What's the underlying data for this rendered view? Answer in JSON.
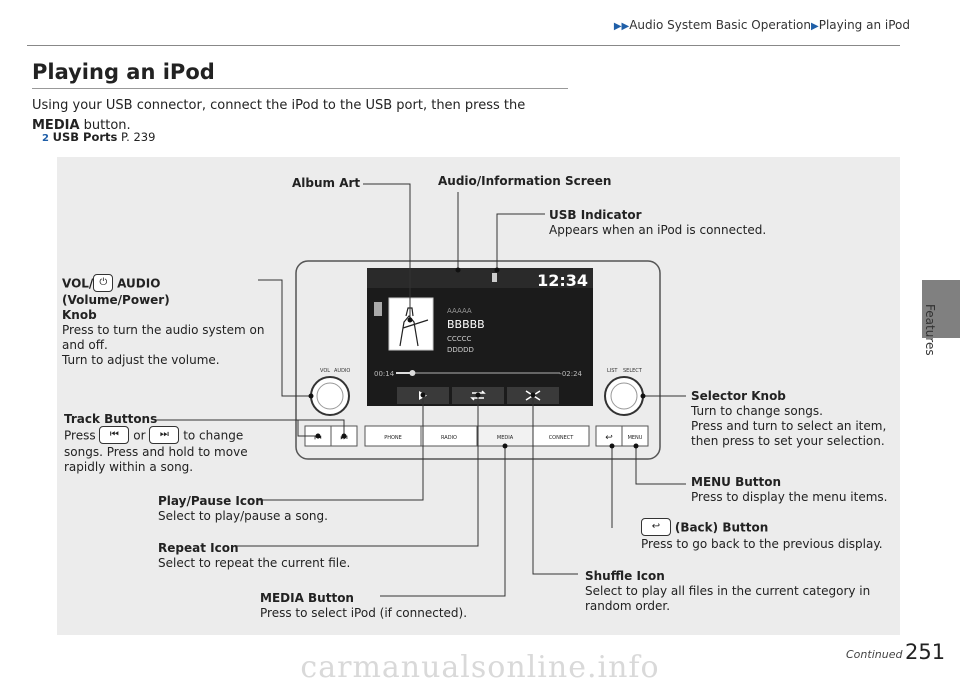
{
  "breadcrumb": {
    "section": "Audio System Basic Operation",
    "page": "Playing an iPod"
  },
  "side_tab": "Features",
  "heading": "Playing an iPod",
  "intro": {
    "text": "Using your USB connector, connect the iPod to the USB port, then press the",
    "bold": "MEDIA",
    "text_end": "button."
  },
  "xref": {
    "label": "USB Ports",
    "page": "P. 239"
  },
  "figure": {
    "album_art": "Album Art",
    "audio_screen": "Audio/Information Screen",
    "usb_indicator": {
      "title": "USB Indicator",
      "desc": "Appears when an iPod is connected."
    },
    "vol_knob": {
      "title_a": "VOL/",
      "title_b": "AUDIO (Volume/Power)",
      "title_c": "Knob",
      "desc1": "Press to turn the audio system on",
      "desc2": "and off.",
      "desc3": "Turn to adjust the volume."
    },
    "track_buttons": {
      "title": "Track Buttons",
      "desc_a": "Press",
      "desc_or": "or",
      "desc_b": "to change",
      "desc2": "songs. Press and hold to move",
      "desc3": "rapidly within a song."
    },
    "selector_knob": {
      "title": "Selector Knob",
      "desc1": "Turn to change songs.",
      "desc2": "Press and turn to select an item,",
      "desc3": "then press to set your selection."
    },
    "menu_button": {
      "title": "MENU Button",
      "desc": "Press to display the menu items."
    },
    "back_button": {
      "title": "(Back) Button",
      "desc": "Press to go back to the previous display."
    },
    "play_pause": {
      "title": "Play/Pause Icon",
      "desc": "Select to play/pause a song."
    },
    "repeat": {
      "title": "Repeat Icon",
      "desc": "Select to repeat the current file."
    },
    "shuffle": {
      "title": "Shuffle Icon",
      "desc1": "Select to play all files in the current category in",
      "desc2": "random order."
    },
    "media_button": {
      "title": "MEDIA Button",
      "desc": "Press to select iPod (if connected)."
    }
  },
  "screen": {
    "clock": "12:34",
    "artist": "AAAAA",
    "track": "BBBBB",
    "album": "CCCCC",
    "genre": "DDDDD",
    "elapsed": "00:14",
    "remaining": "-02:24",
    "progress": 0.1
  },
  "unit": {
    "vol_label": "VOL",
    "audio_label": "AUDIO",
    "list_label": "LIST",
    "select_label": "SELECT",
    "phone": "PHONE",
    "radio": "RADIO",
    "media": "MEDIA",
    "connect": "CONNECT",
    "menu": "MENU"
  },
  "footer": {
    "continued": "Continued",
    "page_number": "251",
    "watermark": "carmanualsonline.info"
  }
}
